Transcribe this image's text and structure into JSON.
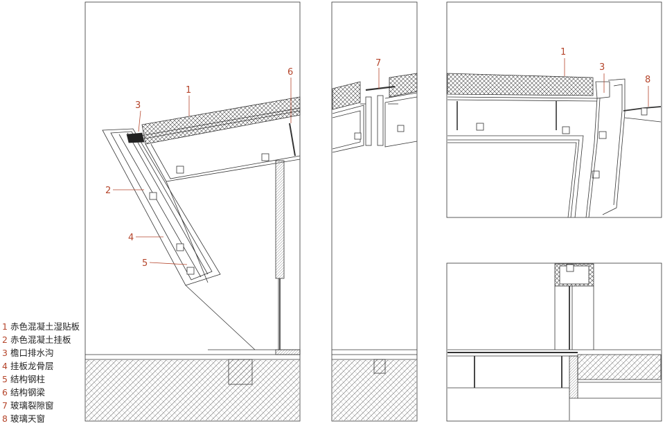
{
  "colors": {
    "accent": "#b5452b",
    "line": "#333333",
    "hatch": "#555555"
  },
  "callouts": {
    "c1_left": "1",
    "c2_left": "2",
    "c3_left": "3",
    "c4_left": "4",
    "c5_left": "5",
    "c6_left": "6",
    "c7_mid": "7",
    "c1_right": "1",
    "c3_right": "3",
    "c8_right": "8"
  },
  "legend": [
    {
      "num": "1",
      "label": "赤色混凝土湿贴板"
    },
    {
      "num": "2",
      "label": "赤色混凝土挂板"
    },
    {
      "num": "3",
      "label": "檐口排水沟"
    },
    {
      "num": "4",
      "label": "挂板龙骨层"
    },
    {
      "num": "5",
      "label": "结构钢柱"
    },
    {
      "num": "6",
      "label": "结构钢梁"
    },
    {
      "num": "7",
      "label": "玻璃裂隙窗"
    },
    {
      "num": "8",
      "label": "玻璃天窗"
    }
  ]
}
